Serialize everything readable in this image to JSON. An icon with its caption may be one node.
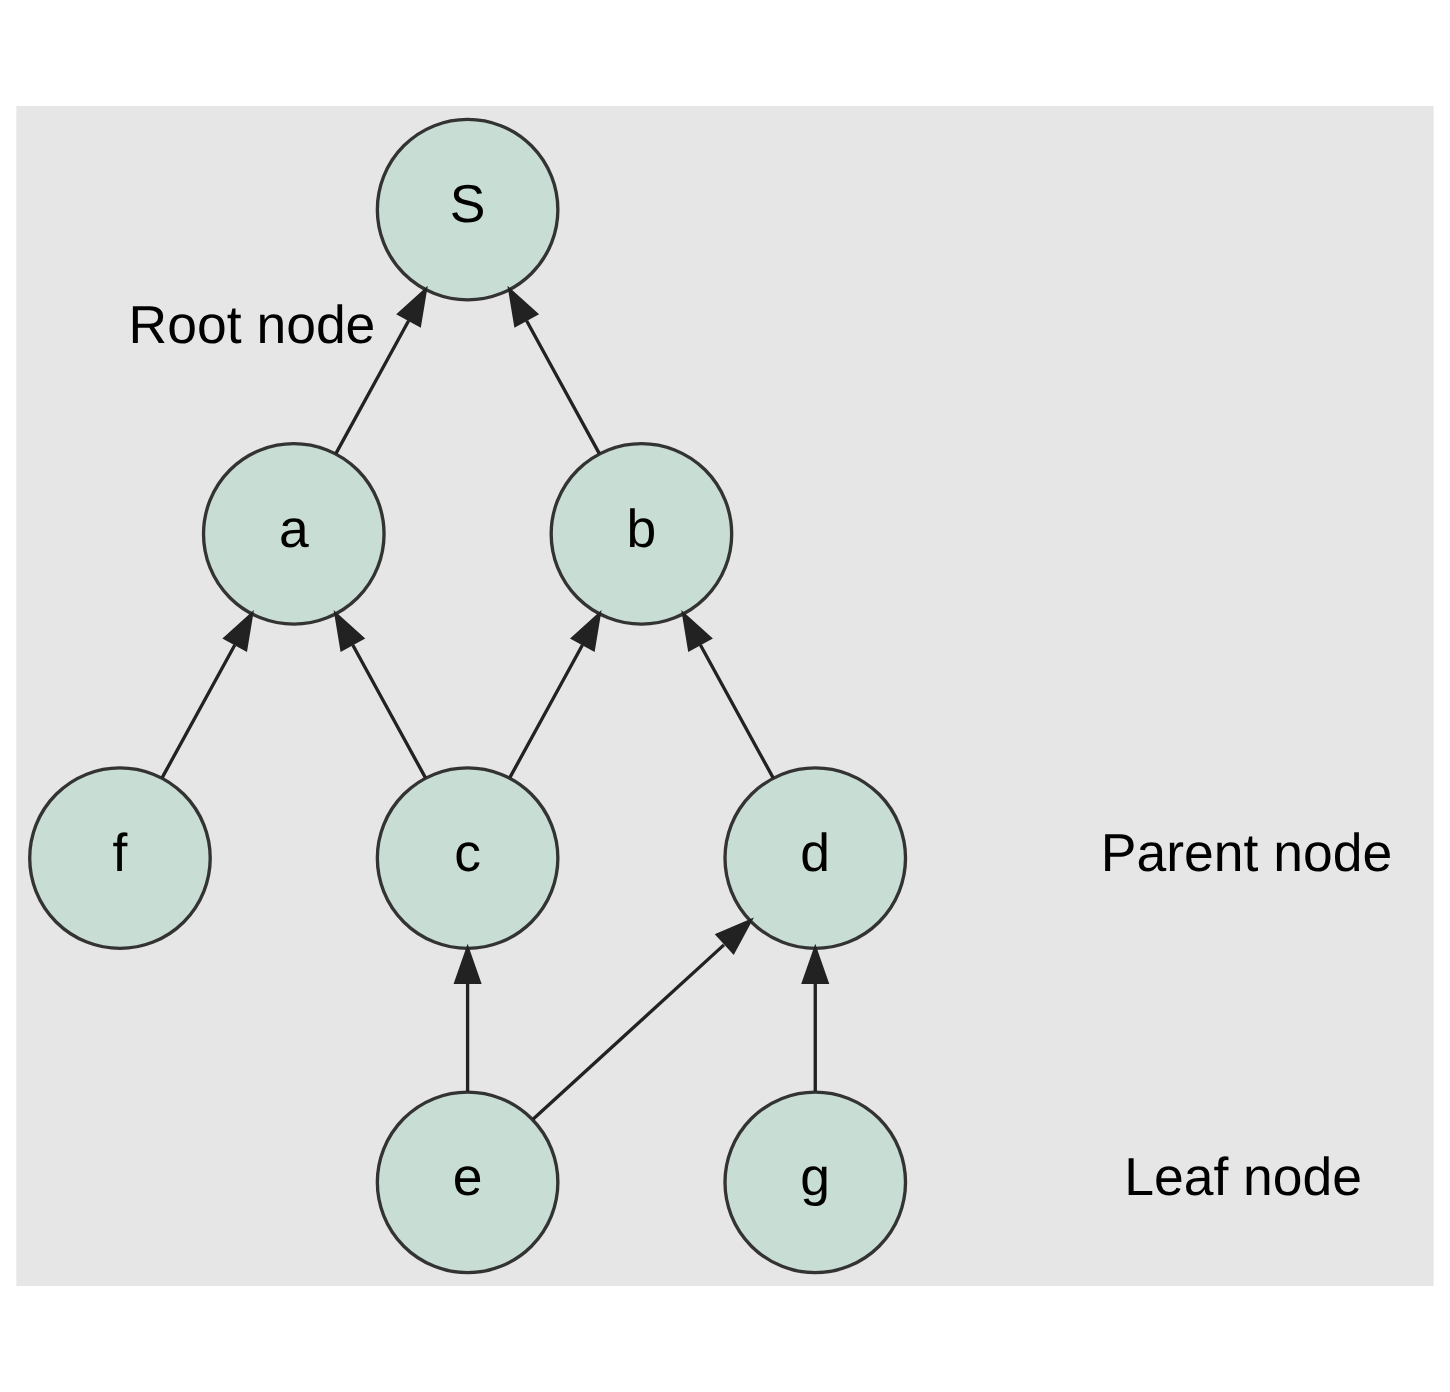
{
  "diagram": {
    "nodes": [
      {
        "text": [
          "S"
        ],
        "beside": [
          "Root node"
        ]
      },
      {
        "text": [
          "a"
        ]
      },
      {
        "text": [
          "b"
        ]
      },
      {
        "text": [
          "c"
        ]
      },
      {
        "text": [
          "d"
        ]
      },
      {
        "text": [
          "f"
        ]
      },
      {
        "text": [
          "e"
        ]
      },
      {
        "text": [
          "g"
        ]
      }
    ],
    "edges": [
      {
        "from": 1,
        "to": 0,
        "arrow": "to"
      },
      {
        "from": 2,
        "to": 0,
        "arrow": "to"
      },
      {
        "from": 3,
        "to": 1,
        "arrow": "to"
      },
      {
        "from": 3,
        "to": 2,
        "arrow": "to"
      },
      {
        "from": 5,
        "to": 1,
        "arrow": "to"
      },
      {
        "from": 6,
        "to": 3,
        "arrow": "to"
      },
      {
        "from": 6,
        "to": 4,
        "arrow": "to"
      },
      {
        "from": 4,
        "to": 2,
        "arrow": "to"
      },
      {
        "from": 7,
        "to": 4,
        "arrow": "to"
      }
    ],
    "labels": [
      "Parent node",
      "Leaf node"
    ]
  }
}
